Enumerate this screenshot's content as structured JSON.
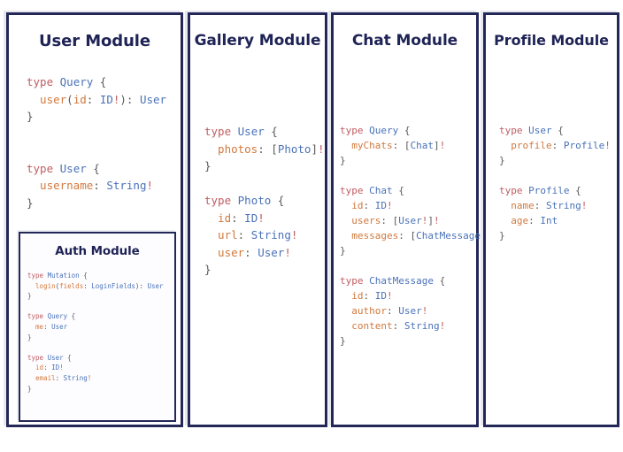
{
  "page": {
    "background": "#ffffff",
    "accent_border": "#232858",
    "title_color": "#1f2355"
  },
  "syntax_colors": {
    "keyword": "#c05d62",
    "type": "#4a72b8",
    "field": "#d1793f",
    "punctuation": "#5a5a5a"
  },
  "modules": [
    {
      "id": "user",
      "title": "User Module",
      "code": [
        [
          {
            "t": "type ",
            "c": "kw"
          },
          {
            "t": "Query",
            "c": "type"
          },
          {
            "t": " {",
            "c": "punc"
          }
        ],
        [
          {
            "t": "  user",
            "c": "name"
          },
          {
            "t": "(",
            "c": "punc"
          },
          {
            "t": "id",
            "c": "name"
          },
          {
            "t": ": ",
            "c": "punc"
          },
          {
            "t": "ID",
            "c": "type"
          },
          {
            "t": "!",
            "c": "bang"
          },
          {
            "t": "): ",
            "c": "punc"
          },
          {
            "t": "User",
            "c": "type"
          }
        ],
        [
          {
            "t": "}",
            "c": "punc"
          }
        ],
        [],
        [],
        [
          {
            "t": "type ",
            "c": "kw"
          },
          {
            "t": "User",
            "c": "type"
          },
          {
            "t": " {",
            "c": "punc"
          }
        ],
        [
          {
            "t": "  username",
            "c": "name"
          },
          {
            "t": ": ",
            "c": "punc"
          },
          {
            "t": "String",
            "c": "type"
          },
          {
            "t": "!",
            "c": "bang"
          }
        ],
        [
          {
            "t": "}",
            "c": "punc"
          }
        ]
      ],
      "nested": {
        "id": "auth",
        "title": "Auth Module",
        "code": [
          [
            {
              "t": "type ",
              "c": "kw"
            },
            {
              "t": "Mutation",
              "c": "type"
            },
            {
              "t": " {",
              "c": "punc"
            }
          ],
          [
            {
              "t": "  login",
              "c": "name"
            },
            {
              "t": "(",
              "c": "punc"
            },
            {
              "t": "fields",
              "c": "name"
            },
            {
              "t": ": ",
              "c": "punc"
            },
            {
              "t": "LoginFields",
              "c": "type"
            },
            {
              "t": "): ",
              "c": "punc"
            },
            {
              "t": "User",
              "c": "type"
            }
          ],
          [
            {
              "t": "}",
              "c": "punc"
            }
          ],
          [],
          [
            {
              "t": "type ",
              "c": "kw"
            },
            {
              "t": "Query",
              "c": "type"
            },
            {
              "t": " {",
              "c": "punc"
            }
          ],
          [
            {
              "t": "  me",
              "c": "name"
            },
            {
              "t": ": ",
              "c": "punc"
            },
            {
              "t": "User",
              "c": "type"
            }
          ],
          [
            {
              "t": "}",
              "c": "punc"
            }
          ],
          [],
          [
            {
              "t": "type ",
              "c": "kw"
            },
            {
              "t": "User",
              "c": "type"
            },
            {
              "t": " {",
              "c": "punc"
            }
          ],
          [
            {
              "t": "  id",
              "c": "name"
            },
            {
              "t": ": ",
              "c": "punc"
            },
            {
              "t": "ID",
              "c": "type"
            },
            {
              "t": "!",
              "c": "bang"
            }
          ],
          [
            {
              "t": "  email",
              "c": "name"
            },
            {
              "t": ": ",
              "c": "punc"
            },
            {
              "t": "String",
              "c": "type"
            },
            {
              "t": "!",
              "c": "bang"
            }
          ],
          [
            {
              "t": "}",
              "c": "punc"
            }
          ]
        ]
      }
    },
    {
      "id": "gallery",
      "title": "Gallery Module",
      "code": [
        [
          {
            "t": "type ",
            "c": "kw"
          },
          {
            "t": "User",
            "c": "type"
          },
          {
            "t": " {",
            "c": "punc"
          }
        ],
        [
          {
            "t": "  photos",
            "c": "name"
          },
          {
            "t": ": ",
            "c": "punc"
          },
          {
            "t": "[",
            "c": "punc"
          },
          {
            "t": "Photo",
            "c": "type"
          },
          {
            "t": "]",
            "c": "punc"
          },
          {
            "t": "!",
            "c": "bang"
          }
        ],
        [
          {
            "t": "}",
            "c": "punc"
          }
        ],
        [],
        [
          {
            "t": "type ",
            "c": "kw"
          },
          {
            "t": "Photo",
            "c": "type"
          },
          {
            "t": " {",
            "c": "punc"
          }
        ],
        [
          {
            "t": "  id",
            "c": "name"
          },
          {
            "t": ": ",
            "c": "punc"
          },
          {
            "t": "ID",
            "c": "type"
          },
          {
            "t": "!",
            "c": "bang"
          }
        ],
        [
          {
            "t": "  url",
            "c": "name"
          },
          {
            "t": ": ",
            "c": "punc"
          },
          {
            "t": "String",
            "c": "type"
          },
          {
            "t": "!",
            "c": "bang"
          }
        ],
        [
          {
            "t": "  user",
            "c": "name"
          },
          {
            "t": ": ",
            "c": "punc"
          },
          {
            "t": "User",
            "c": "type"
          },
          {
            "t": "!",
            "c": "bang"
          }
        ],
        [
          {
            "t": "}",
            "c": "punc"
          }
        ]
      ]
    },
    {
      "id": "chat",
      "title": "Chat Module",
      "code": [
        [
          {
            "t": "type ",
            "c": "kw"
          },
          {
            "t": "Query",
            "c": "type"
          },
          {
            "t": " {",
            "c": "punc"
          }
        ],
        [
          {
            "t": "  myChats",
            "c": "name"
          },
          {
            "t": ": ",
            "c": "punc"
          },
          {
            "t": "[",
            "c": "punc"
          },
          {
            "t": "Chat",
            "c": "type"
          },
          {
            "t": "]",
            "c": "punc"
          },
          {
            "t": "!",
            "c": "bang"
          }
        ],
        [
          {
            "t": "}",
            "c": "punc"
          }
        ],
        [],
        [
          {
            "t": "type ",
            "c": "kw"
          },
          {
            "t": "Chat",
            "c": "type"
          },
          {
            "t": " {",
            "c": "punc"
          }
        ],
        [
          {
            "t": "  id",
            "c": "name"
          },
          {
            "t": ": ",
            "c": "punc"
          },
          {
            "t": "ID",
            "c": "type"
          },
          {
            "t": "!",
            "c": "bang"
          }
        ],
        [
          {
            "t": "  users",
            "c": "name"
          },
          {
            "t": ": ",
            "c": "punc"
          },
          {
            "t": "[",
            "c": "punc"
          },
          {
            "t": "User",
            "c": "type"
          },
          {
            "t": "!",
            "c": "bang"
          },
          {
            "t": "]",
            "c": "punc"
          },
          {
            "t": "!",
            "c": "bang"
          }
        ],
        [
          {
            "t": "  messages",
            "c": "name"
          },
          {
            "t": ": ",
            "c": "punc"
          },
          {
            "t": "[",
            "c": "punc"
          },
          {
            "t": "ChatMessage",
            "c": "type"
          },
          {
            "t": "]",
            "c": "punc"
          },
          {
            "t": "!",
            "c": "bang"
          }
        ],
        [
          {
            "t": "}",
            "c": "punc"
          }
        ],
        [],
        [
          {
            "t": "type ",
            "c": "kw"
          },
          {
            "t": "ChatMessage",
            "c": "type"
          },
          {
            "t": " {",
            "c": "punc"
          }
        ],
        [
          {
            "t": "  id",
            "c": "name"
          },
          {
            "t": ": ",
            "c": "punc"
          },
          {
            "t": "ID",
            "c": "type"
          },
          {
            "t": "!",
            "c": "bang"
          }
        ],
        [
          {
            "t": "  author",
            "c": "name"
          },
          {
            "t": ": ",
            "c": "punc"
          },
          {
            "t": "User",
            "c": "type"
          },
          {
            "t": "!",
            "c": "bang"
          }
        ],
        [
          {
            "t": "  content",
            "c": "name"
          },
          {
            "t": ": ",
            "c": "punc"
          },
          {
            "t": "String",
            "c": "type"
          },
          {
            "t": "!",
            "c": "bang"
          }
        ],
        [
          {
            "t": "}",
            "c": "punc"
          }
        ]
      ]
    },
    {
      "id": "profile",
      "title": "Profile Module",
      "code": [
        [
          {
            "t": "type ",
            "c": "kw"
          },
          {
            "t": "User",
            "c": "type"
          },
          {
            "t": " {",
            "c": "punc"
          }
        ],
        [
          {
            "t": "  profile",
            "c": "name"
          },
          {
            "t": ": ",
            "c": "punc"
          },
          {
            "t": "Profile",
            "c": "type"
          },
          {
            "t": "!",
            "c": "bang"
          }
        ],
        [
          {
            "t": "}",
            "c": "punc"
          }
        ],
        [],
        [
          {
            "t": "type ",
            "c": "kw"
          },
          {
            "t": "Profile",
            "c": "type"
          },
          {
            "t": " {",
            "c": "punc"
          }
        ],
        [
          {
            "t": "  name",
            "c": "name"
          },
          {
            "t": ": ",
            "c": "punc"
          },
          {
            "t": "String",
            "c": "type"
          },
          {
            "t": "!",
            "c": "bang"
          }
        ],
        [
          {
            "t": "  age",
            "c": "name"
          },
          {
            "t": ": ",
            "c": "punc"
          },
          {
            "t": "Int",
            "c": "type"
          }
        ],
        [
          {
            "t": "}",
            "c": "punc"
          }
        ]
      ]
    }
  ]
}
